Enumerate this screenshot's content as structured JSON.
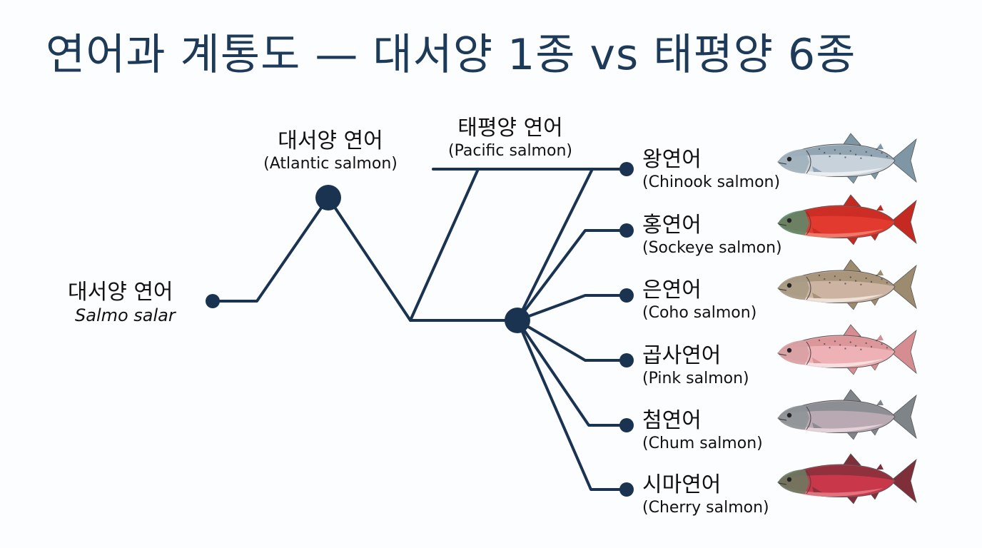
{
  "title": "연어과 계통도 — 대서양 1종 vs 태평양 6종",
  "root": {
    "name": "대서양 연어",
    "scientific": "Salmo salar"
  },
  "atlantic": {
    "name": "대서양 연어",
    "english": "(Atlantic salmon)"
  },
  "pacific": {
    "name": "태평양 연어",
    "english": "(Pacific salmon)"
  },
  "species": [
    {
      "name": "왕연어",
      "english": "(Chinook salmon)",
      "fish_icon": "chinook-fish-icon",
      "body": "#c8d2da",
      "back": "#7f96a5",
      "belly": "#eef1f3",
      "head": "#9fb0bb",
      "spots": true
    },
    {
      "name": "홍연어",
      "english": "(Sockeye salmon)",
      "fish_icon": "sockeye-fish-icon",
      "body": "#e23a2e",
      "back": "#c42a22",
      "belly": "#f08070",
      "head": "#5f8a6a",
      "spots": false
    },
    {
      "name": "은연어",
      "english": "(Coho salmon)",
      "fish_icon": "coho-fish-icon",
      "body": "#cdb3a2",
      "back": "#9c8b6e",
      "belly": "#f1e6de",
      "head": "#a99a84",
      "spots": true
    },
    {
      "name": "곱사연어",
      "english": "(Pink salmon)",
      "fish_icon": "pink-fish-icon",
      "body": "#eeb2b6",
      "back": "#d58d92",
      "belly": "#f8e3e3",
      "head": "#d8a0a4",
      "spots": true
    },
    {
      "name": "첨연어",
      "english": "(Chum salmon)",
      "fish_icon": "chum-fish-icon",
      "body": "#b8a9b2",
      "back": "#7f8489",
      "belly": "#ead6dc",
      "head": "#8e9296",
      "spots": false
    },
    {
      "name": "시마연어",
      "english": "(Cherry salmon)",
      "fish_icon": "cherry-fish-icon",
      "body": "#c8384a",
      "back": "#7e2f3a",
      "belly": "#e27a84",
      "head": "#6c7a60",
      "spots": false
    }
  ],
  "colors": {
    "line": "#1a3350",
    "title": "#1d3a58"
  }
}
